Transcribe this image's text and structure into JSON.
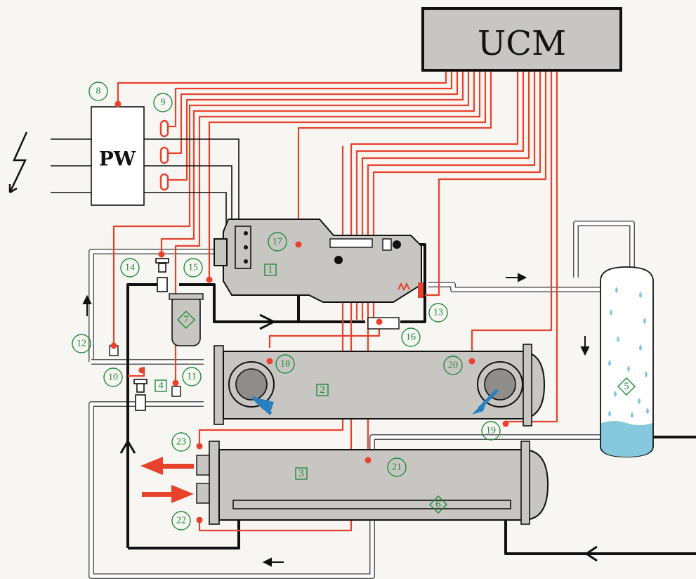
{
  "ucm": {
    "label": "UCM"
  },
  "pw": {
    "label": "PW"
  },
  "colors": {
    "signal_wire": "#e8412c",
    "refrigerant_line": "#111111",
    "water_pipe": "#ffffff",
    "vessel_fill": "#c8c6c2",
    "label_green": "#1f8a3a",
    "arrow_blue": "#2a7fc0",
    "arrow_red": "#e8412c"
  },
  "component_labels": {
    "compressor": "1",
    "evaporator": "2",
    "condenser": "3",
    "item_4": "4",
    "cooling_tower": "5",
    "subcooler": "6",
    "oil_filter": "7"
  },
  "sensor_labels": {
    "s8": "8",
    "s9": "9",
    "s10": "10",
    "s11": "11",
    "s12": "12",
    "s13": "13",
    "s14": "14",
    "s15": "15",
    "s16": "16",
    "s17": "17",
    "s18": "18",
    "s19": "19",
    "s20": "20",
    "s21": "21",
    "s22": "22",
    "s23": "23"
  }
}
